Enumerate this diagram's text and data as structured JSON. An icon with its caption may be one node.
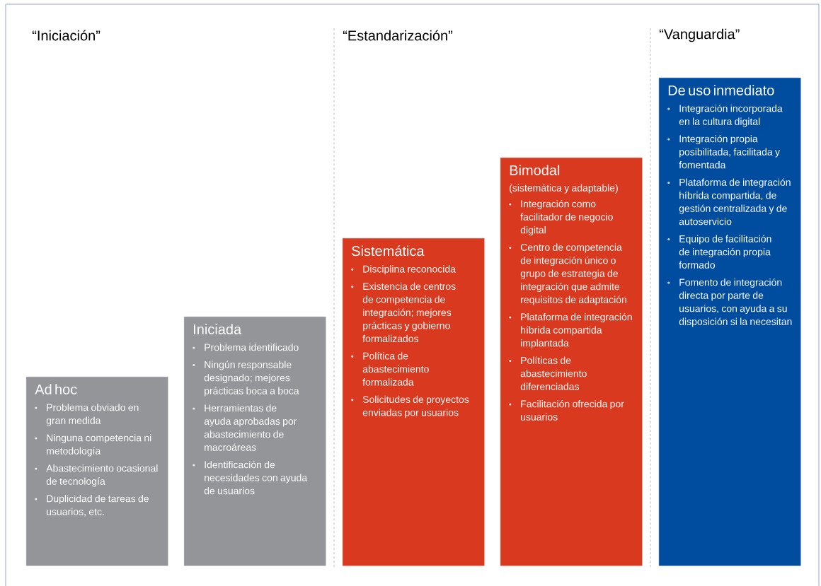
{
  "diagram": {
    "nodes": [
      {
        "text": [
          "Ad hoc",
          "Problema obviado en gran medida",
          "Ninguna competencia ni metodología",
          "Abastecimiento ocasional de tecnología",
          "Duplicidad de tareas de usuarios, etc."
        ]
      },
      {
        "text": [
          "Iniciada",
          "Problema identificado",
          "Ningún responsable designado; mejores prácticas boca a boca",
          "Herramientas de ayuda aprobadas por abastecimiento de macroáreas",
          "Identificación de necesidades con ayuda de usuarios"
        ]
      },
      {
        "text": [
          "Sistemática",
          "Disciplina reconocida",
          "Existencia de centros de competencia de integración; mejores prácticas y gobierno formalizados",
          "Política de abastecimiento formalizada",
          "Solicitudes de proyectos enviadas por usuarios"
        ]
      },
      {
        "text": [
          "Bimodal",
          "(sistemática y adaptable)",
          "Integración como facilitador de negocio digital",
          "Centro de competencia de integración único o grupo de estrategia de integración que admite requisitos de adaptación",
          "Plataforma de integración híbrida compartida implantada",
          "Políticas de abastecimiento diferenciadas",
          "Facilitación ofrecida por usuarios"
        ]
      },
      {
        "text": [
          "De uso inmediato",
          "Integración incorporada en la cultura digital",
          "Integración propia posibilitada, facilitada y fomentada",
          "Plataforma de integración híbrida compartida, de gestión centralizada y de autoservicio",
          "Equipo de facilitación de integración propia formado",
          "Fomento de integración directa por parte de usuarios, con ayuda a su disposición si la necesitan"
        ]
      }
    ],
    "labels": [
      "“Iniciación”",
      "“Estandarización”",
      "“Vanguardia”"
    ]
  }
}
